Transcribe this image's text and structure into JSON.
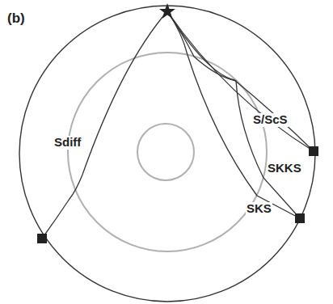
{
  "diagram": {
    "labels": [
      "(b)",
      "Sdiff",
      "S/ScS",
      "SKKS",
      "SKS"
    ]
  }
}
